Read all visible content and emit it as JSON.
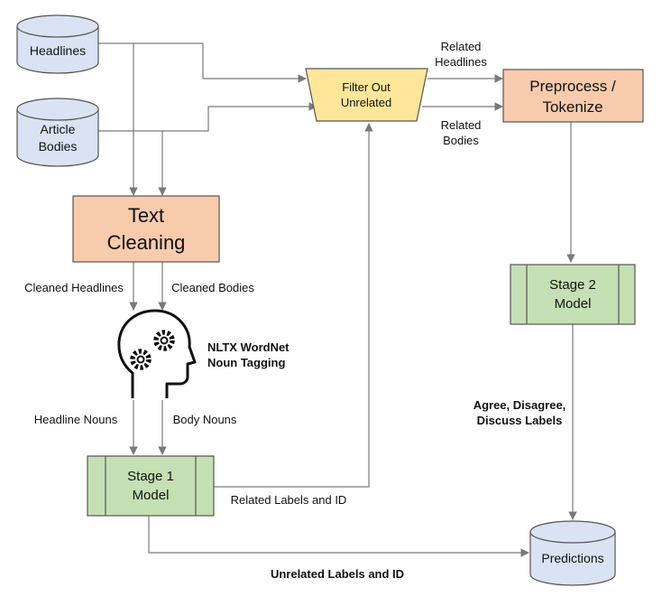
{
  "nodes": {
    "headlines": {
      "label": "Headlines"
    },
    "article_bodies": {
      "line1": "Article",
      "line2": "Bodies"
    },
    "filter": {
      "line1": "Filter Out",
      "line2": "Unrelated"
    },
    "preprocess": {
      "line1": "Preprocess /",
      "line2": "Tokenize"
    },
    "text_cleaning": {
      "line1": "Text",
      "line2": "Cleaning"
    },
    "noun_tagging": {
      "line1": "NLTX WordNet",
      "line2": "Noun Tagging"
    },
    "stage1": {
      "line1": "Stage 1",
      "line2": "Model"
    },
    "stage2": {
      "line1": "Stage 2",
      "line2": "Model"
    },
    "predictions": {
      "label": "Predictions"
    }
  },
  "edges": {
    "related_headlines": {
      "line1": "Related",
      "line2": "Headlines"
    },
    "related_bodies": {
      "line1": "Related",
      "line2": "Bodies"
    },
    "cleaned_headlines": "Cleaned Headlines",
    "cleaned_bodies": "Cleaned Bodies",
    "headline_nouns": "Headline Nouns",
    "body_nouns": "Body Nouns",
    "related_labels": "Related Labels and ID",
    "unrelated_labels": "Unrelated Labels and ID",
    "stage2_labels": {
      "line1": "Agree, Disagree,",
      "line2": "Discuss Labels"
    }
  },
  "colors": {
    "database": "#dae3f3",
    "cleaning": "#f8cbad",
    "filter": "#ffe699",
    "model": "#c5e0b4",
    "stroke": "#555555",
    "arrow": "#7a7a7a"
  }
}
